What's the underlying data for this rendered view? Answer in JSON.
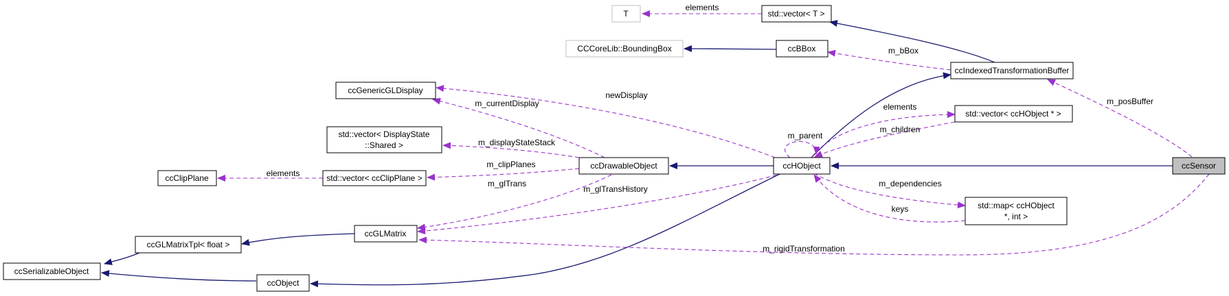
{
  "colors": {
    "inherit": "#191970",
    "usage": "#9a32cd",
    "focus_fill": "#bfbfbf",
    "external_border": "#bfbfbf"
  },
  "nodes": {
    "T": {
      "label": [
        "T"
      ]
    },
    "vectorT": {
      "label": [
        "std::vector< T >"
      ]
    },
    "bbox": {
      "label": [
        "CCCoreLib::BoundingBox"
      ]
    },
    "ccBBox": {
      "label": [
        "ccBBox"
      ]
    },
    "ccIndexedTransformationBuffer": {
      "label": [
        "ccIndexedTransformationBuffer"
      ]
    },
    "ccGenericGLDisplay": {
      "label": [
        "ccGenericGLDisplay"
      ]
    },
    "vectorHObject": {
      "label": [
        "std::vector< ccHObject * >"
      ]
    },
    "vectorDisplayState": {
      "label": [
        "std::vector< DisplayState",
        "::Shared >"
      ]
    },
    "ccClipPlane": {
      "label": [
        "ccClipPlane"
      ]
    },
    "vectorClipPlane": {
      "label": [
        "std::vector< ccClipPlane >"
      ]
    },
    "ccDrawableObject": {
      "label": [
        "ccDrawableObject"
      ]
    },
    "ccHObject": {
      "label": [
        "ccHObject"
      ]
    },
    "ccSensor": {
      "label": [
        "ccSensor"
      ]
    },
    "mapHObject": {
      "label": [
        "std::map< ccHObject",
        "*, int >"
      ]
    },
    "ccGLMatrix": {
      "label": [
        "ccGLMatrix"
      ]
    },
    "ccGLMatrixTpl": {
      "label": [
        "ccGLMatrixTpl< float >"
      ]
    },
    "ccSerializableObject": {
      "label": [
        "ccSerializableObject"
      ]
    },
    "ccObject": {
      "label": [
        "ccObject"
      ]
    }
  },
  "edges": [
    {
      "from": "vectorT",
      "to": "T",
      "kind": "usage",
      "label": "elements"
    },
    {
      "from": "ccIndexedTransformationBuffer",
      "to": "vectorT",
      "kind": "inherit",
      "label": ""
    },
    {
      "from": "ccBBox",
      "to": "bbox",
      "kind": "inherit",
      "label": ""
    },
    {
      "from": "ccIndexedTransformationBuffer",
      "to": "ccBBox",
      "kind": "usage",
      "label": "m_bBox"
    },
    {
      "from": "ccSensor",
      "to": "ccIndexedTransformationBuffer",
      "kind": "usage",
      "label": "m_posBuffer"
    },
    {
      "from": "ccHObject",
      "to": "ccIndexedTransformationBuffer",
      "kind": "inherit",
      "label": ""
    },
    {
      "from": "ccHObject",
      "to": "ccGenericGLDisplay",
      "kind": "usage",
      "label": "newDisplay"
    },
    {
      "from": "ccDrawableObject",
      "to": "ccGenericGLDisplay",
      "kind": "usage",
      "label": "m_currentDisplay"
    },
    {
      "from": "ccHObject",
      "to": "vectorHObject",
      "kind": "usage",
      "label": "elements"
    },
    {
      "from": "vectorHObject",
      "to": "ccHObject",
      "kind": "usage",
      "label": "m_children"
    },
    {
      "from": "ccHObject",
      "to": "ccHObject",
      "kind": "usage",
      "label": "m_parent"
    },
    {
      "from": "ccDrawableObject",
      "to": "vectorDisplayState",
      "kind": "usage",
      "label": "m_displayStateStack"
    },
    {
      "from": "ccDrawableObject",
      "to": "vectorClipPlane",
      "kind": "usage",
      "label": "m_clipPlanes"
    },
    {
      "from": "vectorClipPlane",
      "to": "ccClipPlane",
      "kind": "usage",
      "label": "elements"
    },
    {
      "from": "ccHObject",
      "to": "ccDrawableObject",
      "kind": "inherit",
      "label": ""
    },
    {
      "from": "ccSensor",
      "to": "ccHObject",
      "kind": "inherit",
      "label": ""
    },
    {
      "from": "ccHObject",
      "to": "mapHObject",
      "kind": "usage",
      "label": "m_dependencies"
    },
    {
      "from": "mapHObject",
      "to": "ccHObject",
      "kind": "usage",
      "label": "keys"
    },
    {
      "from": "ccDrawableObject",
      "to": "ccGLMatrix",
      "kind": "usage",
      "label": "m_glTrans"
    },
    {
      "from": "ccHObject",
      "to": "ccGLMatrix",
      "kind": "usage",
      "label": "m_glTransHistory"
    },
    {
      "from": "ccSensor",
      "to": "ccGLMatrix",
      "kind": "usage",
      "label": "m_rigidTransformation"
    },
    {
      "from": "ccGLMatrix",
      "to": "ccGLMatrixTpl",
      "kind": "inherit",
      "label": ""
    },
    {
      "from": "ccGLMatrixTpl",
      "to": "ccSerializableObject",
      "kind": "inherit",
      "label": ""
    },
    {
      "from": "ccObject",
      "to": "ccSerializableObject",
      "kind": "inherit",
      "label": ""
    },
    {
      "from": "ccHObject",
      "to": "ccObject",
      "kind": "inherit",
      "label": ""
    }
  ]
}
